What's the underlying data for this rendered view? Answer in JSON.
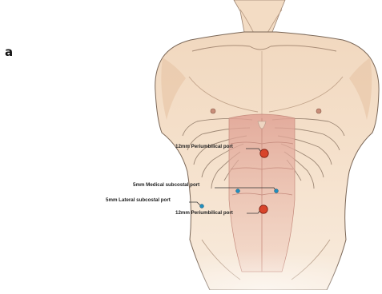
{
  "figure": {
    "panel_label": "a",
    "ports": [
      {
        "label": "12mm Periumbilical port",
        "type": "large",
        "color": "#d8442a"
      },
      {
        "label": "5mm Medical subcostal port",
        "type": "small",
        "color": "#1f8fc0"
      },
      {
        "label": "5mm Lateral subcostal port",
        "type": "small",
        "color": "#1f8fc0"
      },
      {
        "label": "12mm Periumbilical port",
        "type": "large",
        "color": "#d8442a"
      }
    ],
    "colors": {
      "skin": "#f3dcc4",
      "skin_shadow": "#e2c1a2",
      "outline": "#7a6656",
      "rectus_muscle": "#e3a89c",
      "large_port": "#d8442a",
      "small_port": "#1f8fc0"
    }
  }
}
